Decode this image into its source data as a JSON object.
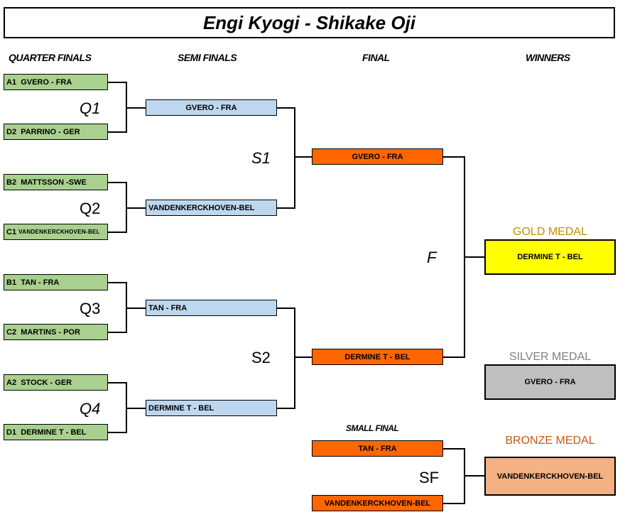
{
  "title": "Engi Kyogi - Shikake Oji",
  "columns": {
    "quarter_finals": "QUARTER FINALS",
    "semi_finals": "SEMI FINALS",
    "final": "FINAL",
    "winners": "WINNERS",
    "small_final": "SMALL FINAL"
  },
  "quarter_finals": [
    {
      "label": "Q1",
      "top": {
        "seed": "A1",
        "name": "GVERO - FRA"
      },
      "bottom": {
        "seed": "D2",
        "name": "PARRINO - GER"
      }
    },
    {
      "label": "Q2",
      "top": {
        "seed": "B2",
        "name": "MATTSSON -SWE"
      },
      "bottom": {
        "seed": "C1",
        "name": "VANDENKERCKHOVEN-BEL"
      }
    },
    {
      "label": "Q3",
      "top": {
        "seed": "B1",
        "name": "TAN - FRA"
      },
      "bottom": {
        "seed": "C2",
        "name": "MARTINS - POR"
      }
    },
    {
      "label": "Q4",
      "top": {
        "seed": "A2",
        "name": "STOCK - GER"
      },
      "bottom": {
        "seed": "D1",
        "name": "DERMINE T - BEL"
      }
    }
  ],
  "semi_finals": [
    {
      "label": "S1",
      "top": "GVERO - FRA",
      "bottom": "VANDENKERCKHOVEN-BEL"
    },
    {
      "label": "S2",
      "top": "TAN - FRA",
      "bottom": "DERMINE T - BEL"
    }
  ],
  "final": {
    "label": "F",
    "top": "GVERO - FRA",
    "bottom": "DERMINE T - BEL"
  },
  "small_final": {
    "label": "SF",
    "top": "TAN - FRA",
    "bottom": "VANDENKERCKHOVEN-BEL"
  },
  "medals": {
    "gold": {
      "label": "GOLD MEDAL",
      "name": "DERMINE T - BEL",
      "color": "#bf9000",
      "fill": "#ffff00"
    },
    "silver": {
      "label": "SILVER MEDAL",
      "name": "GVERO - FRA",
      "color": "#808080",
      "fill": "#bfbfbf"
    },
    "bronze": {
      "label": "BRONZE MEDAL",
      "name": "VANDENKERCKHOVEN-BEL",
      "color": "#c55a11",
      "fill": "#f4b183"
    }
  }
}
